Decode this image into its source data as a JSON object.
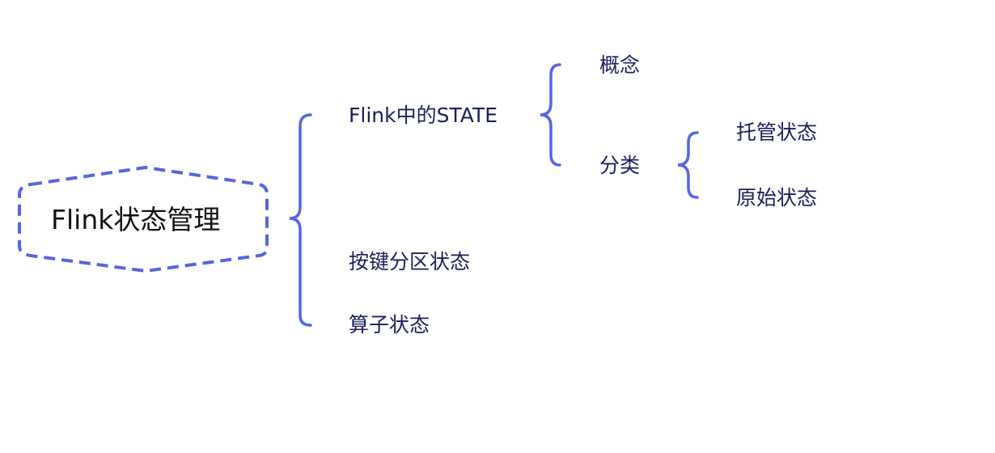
{
  "mindmap": {
    "root": {
      "label": "Flink状态管理"
    },
    "level1": [
      {
        "label": "Flink中的STATE"
      },
      {
        "label": "按键分区状态"
      },
      {
        "label": "算子状态"
      }
    ],
    "state_children": [
      {
        "label": "概念"
      },
      {
        "label": "分类"
      }
    ],
    "category_children": [
      {
        "label": "托管状态"
      },
      {
        "label": "原始状态"
      }
    ]
  },
  "colors": {
    "connector": "#5566e0",
    "text": "#1a1f5c",
    "root_text": "#111111"
  }
}
